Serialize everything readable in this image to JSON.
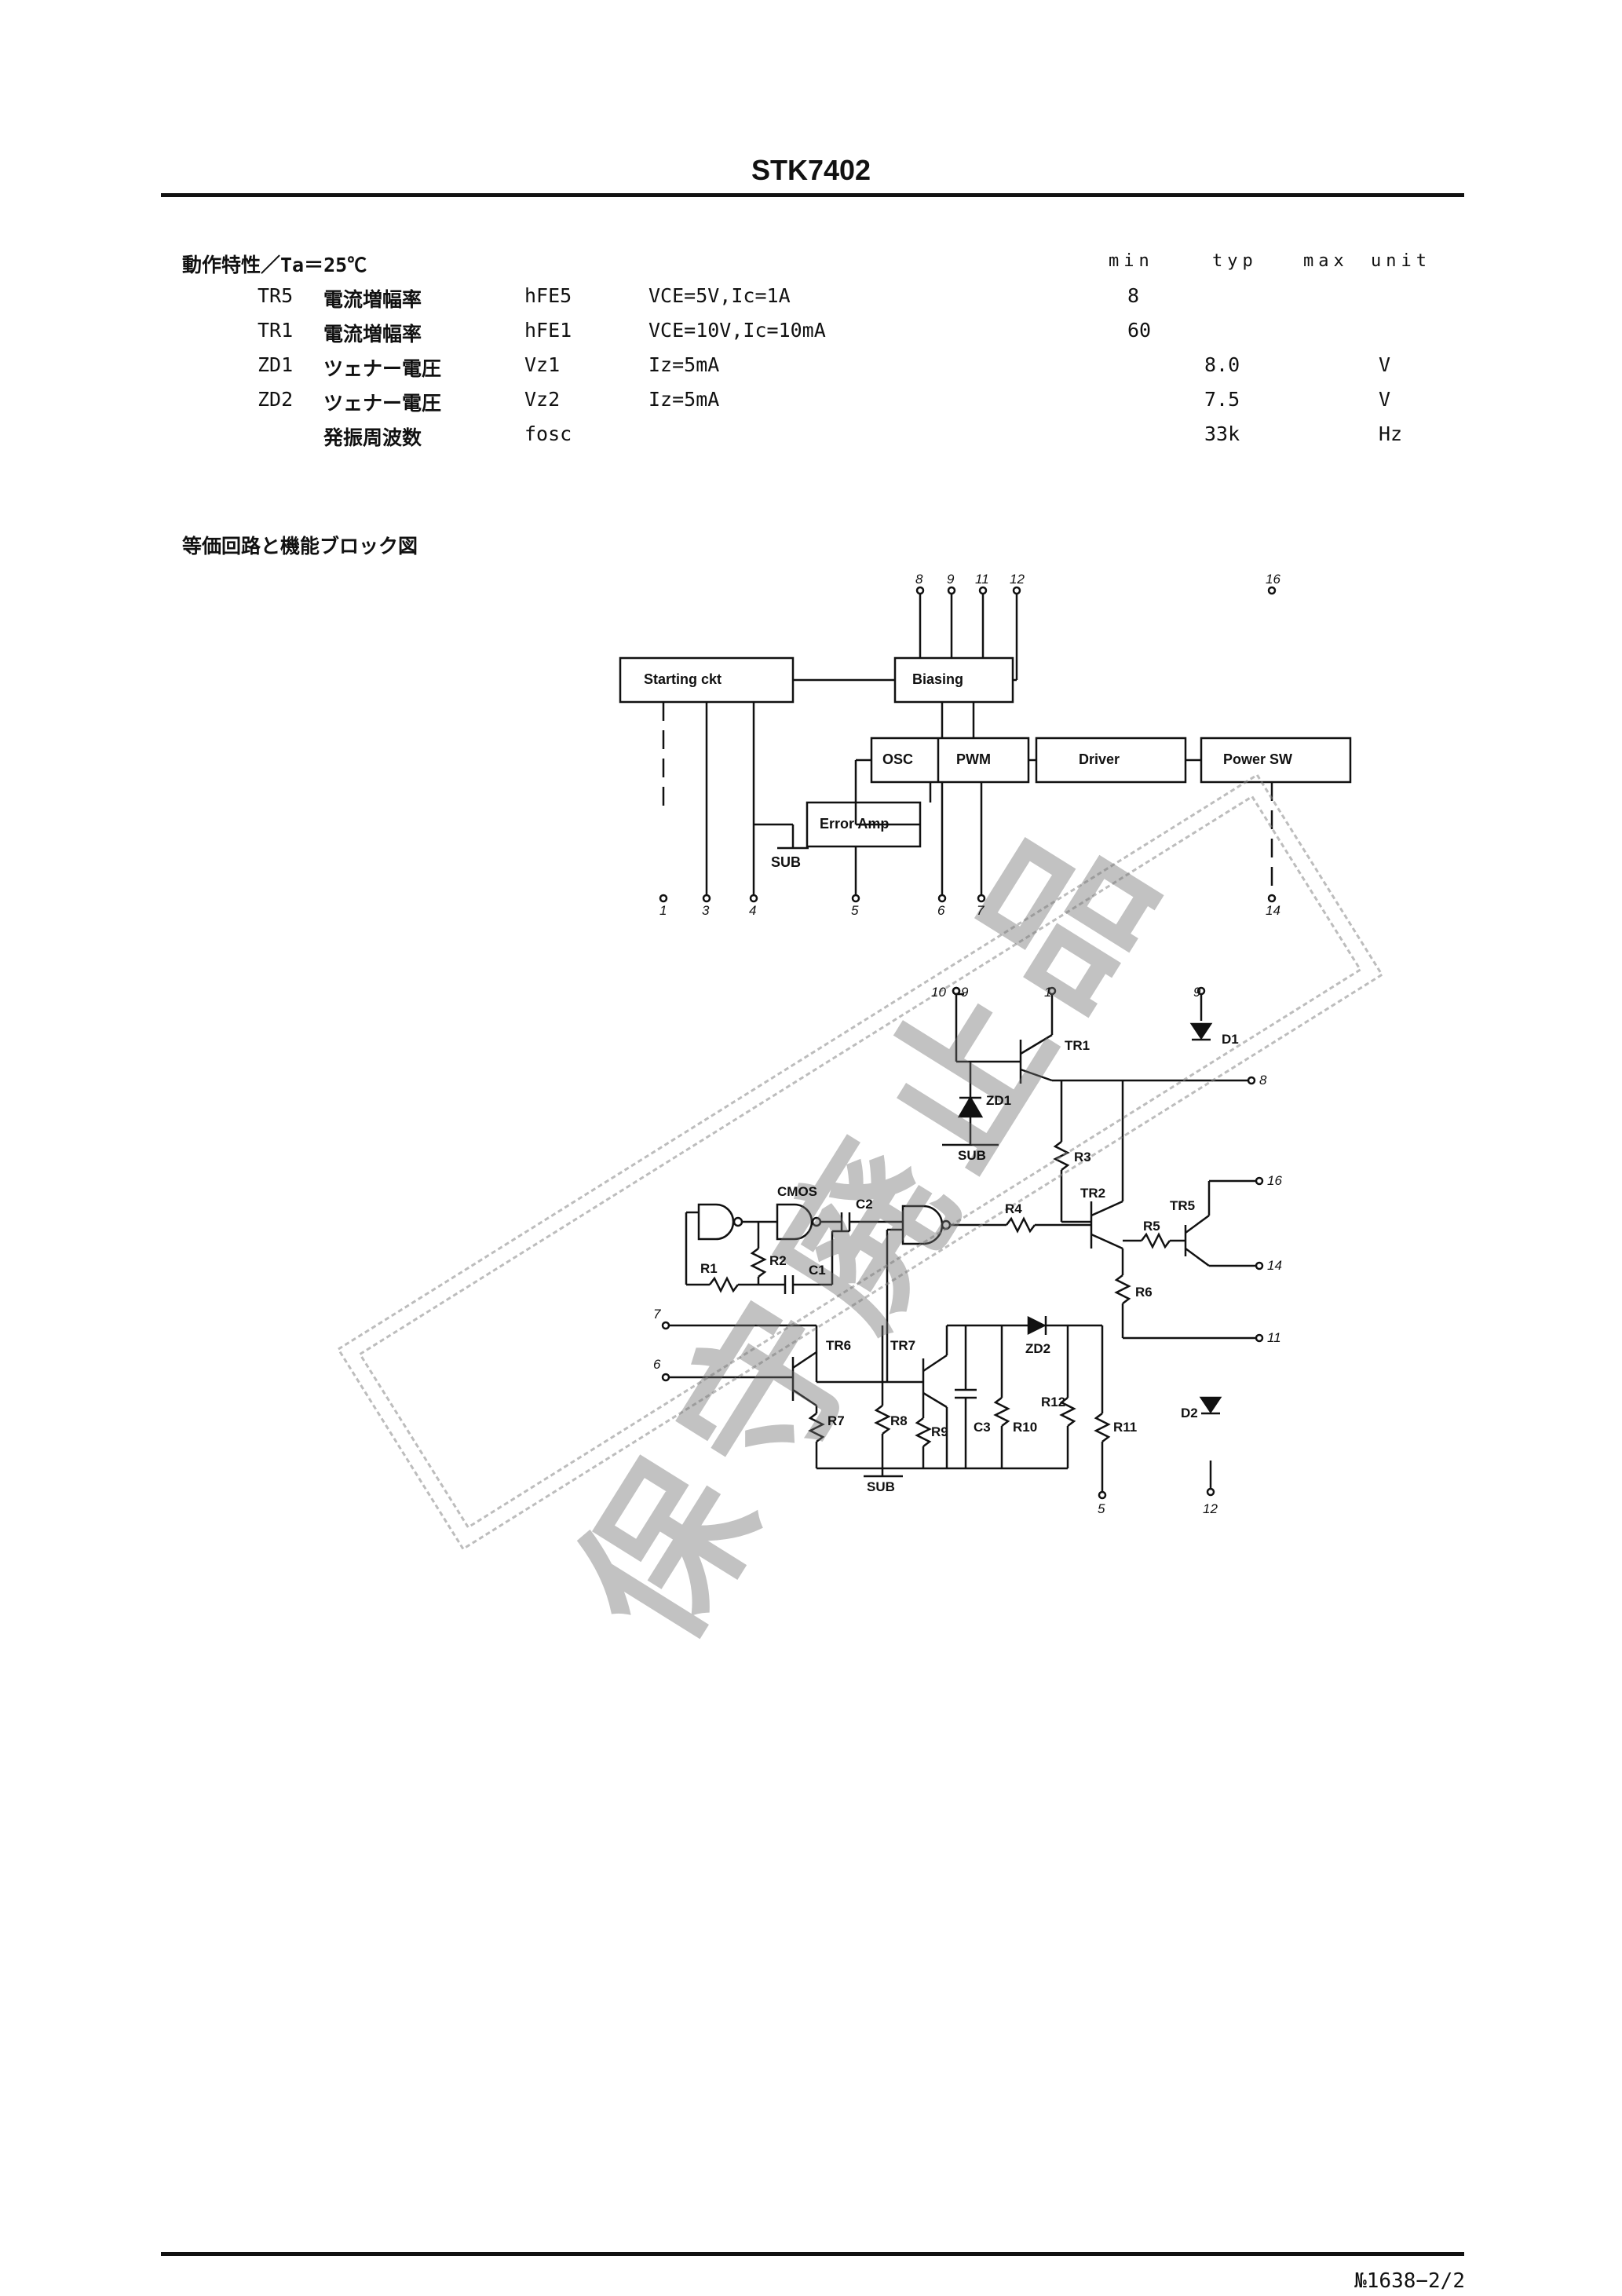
{
  "header": {
    "title": "STK7402"
  },
  "specs": {
    "heading": "動作特性／Ta＝25℃",
    "columns": {
      "min": "min",
      "typ": "typ",
      "max": "max",
      "unit": "unit"
    },
    "rows": [
      {
        "sym": "TR5",
        "name": "電流増幅率",
        "param": "hFE5",
        "cond": "VCE=5V,Ic=1A",
        "min": "8",
        "typ": "",
        "max": "",
        "unit": ""
      },
      {
        "sym": "TR1",
        "name": "電流増幅率",
        "param": "hFE1",
        "cond": "VCE=10V,Ic=10mA",
        "min": "60",
        "typ": "",
        "max": "",
        "unit": ""
      },
      {
        "sym": "ZD1",
        "name": "ツェナー電圧",
        "param": "Vz1",
        "cond": "Iz=5mA",
        "min": "",
        "typ": "8.0",
        "max": "",
        "unit": "V"
      },
      {
        "sym": "ZD2",
        "name": "ツェナー電圧",
        "param": "Vz2",
        "cond": "Iz=5mA",
        "min": "",
        "typ": "7.5",
        "max": "",
        "unit": "V"
      },
      {
        "sym": "",
        "name": "発振周波数",
        "param": "fosc",
        "cond": "",
        "min": "",
        "typ": "33k",
        "max": "",
        "unit": "Hz"
      }
    ]
  },
  "section": {
    "label": "等価回路と機能ブロック図"
  },
  "block_diagram": {
    "blocks": {
      "starting": "Starting ckt",
      "biasing": "Biasing",
      "osc": "OSC",
      "pwm": "PWM",
      "driver": "Driver",
      "power": "Power SW",
      "error_amp": "Error Amp",
      "sub": "SUB"
    },
    "pins_top": [
      "8",
      "9",
      "11",
      "12"
    ],
    "pin_16": "16",
    "pins_bottom": [
      "1",
      "3",
      "4",
      "5",
      "6",
      "7",
      "14"
    ]
  },
  "circuit": {
    "labels": {
      "cmos": "CMOS",
      "c2": "C2",
      "r1": "R1",
      "r2": "R2",
      "c1": "C1",
      "r4": "R4",
      "tr1": "TR1",
      "zd1": "ZD1",
      "sub1": "SUB",
      "r3": "R3",
      "tr2": "TR2",
      "r5": "R5",
      "tr5": "TR5",
      "r6": "R6",
      "d1": "D1",
      "tr6": "TR6",
      "tr7": "TR7",
      "zd2": "ZD2",
      "r12": "R12",
      "r7": "R7",
      "r8": "R8",
      "r9": "R9",
      "c3": "C3",
      "r10": "R10",
      "r11": "R11",
      "sub2": "SUB",
      "d2": "D2"
    },
    "pins": {
      "p10": "10",
      "p9b": "9",
      "p1": "1",
      "p9": "9",
      "p8": "8",
      "p16": "16",
      "p14": "14",
      "p11": "11",
      "p7": "7",
      "p6": "6",
      "p5": "5",
      "p12": "12"
    }
  },
  "watermark": {
    "text": "保守廃止品"
  },
  "footer": {
    "page": "№1638−2/2"
  }
}
